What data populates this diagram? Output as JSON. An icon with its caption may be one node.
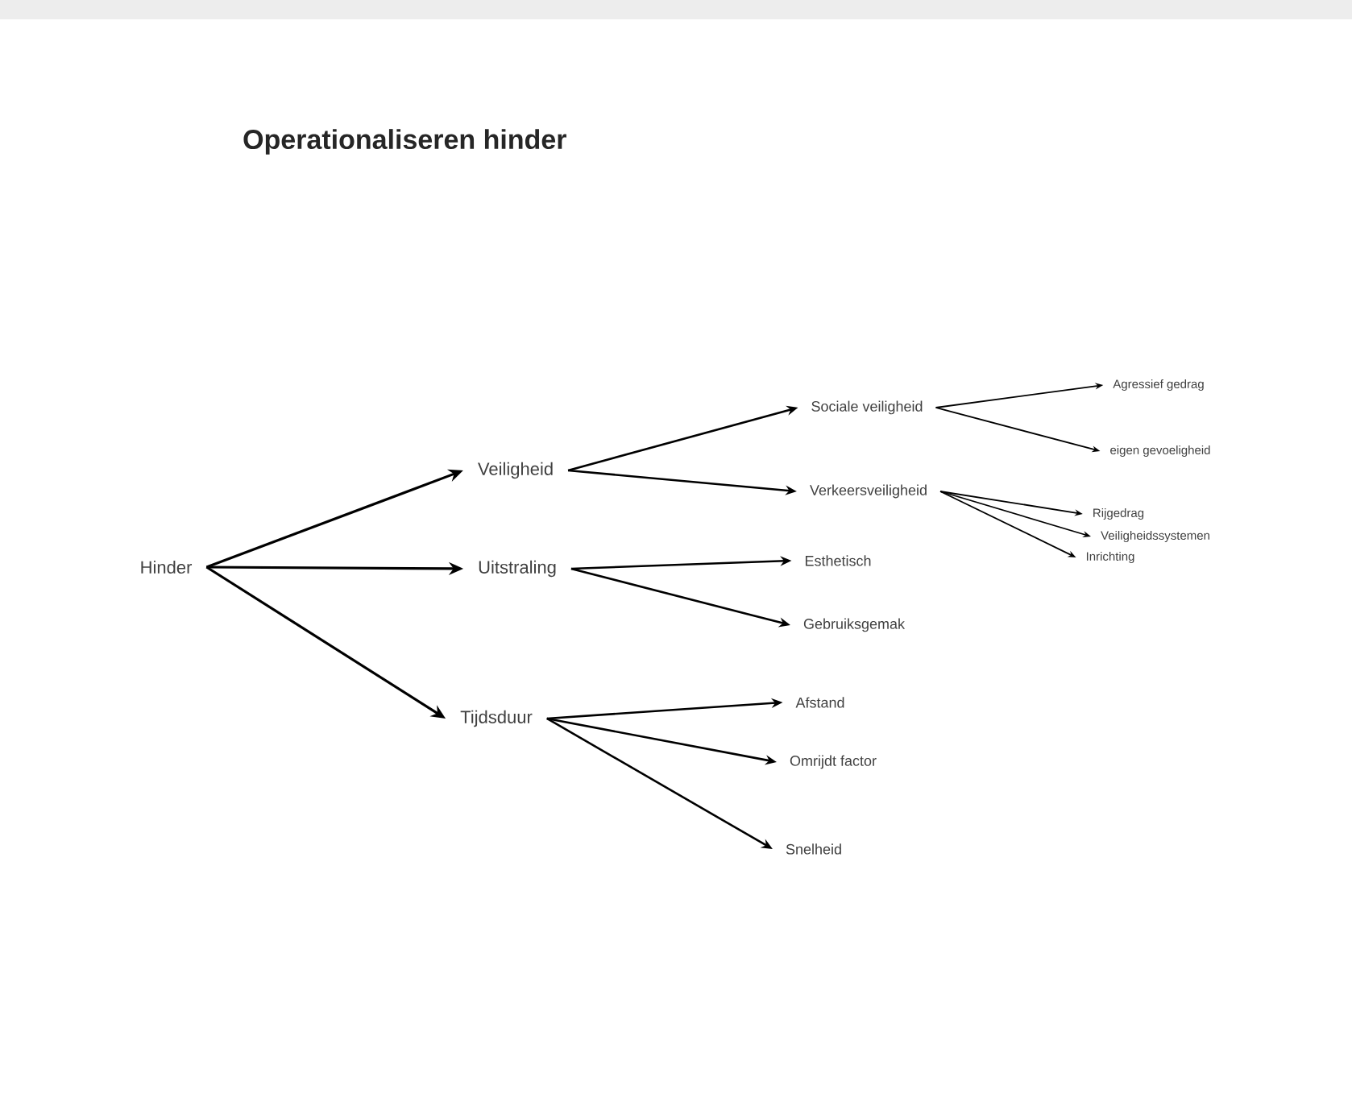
{
  "diagram": {
    "title": "Operationaliseren hinder",
    "nodes": [
      {
        "text": [
          "Hinder"
        ]
      },
      {
        "text": [
          "Veiligheid"
        ]
      },
      {
        "text": [
          "Uitstraling"
        ]
      },
      {
        "text": [
          "Tijdsduur"
        ]
      },
      {
        "text": [
          "Sociale veiligheid"
        ]
      },
      {
        "text": [
          "Verkeersveiligheid"
        ]
      },
      {
        "text": [
          "Esthetisch"
        ]
      },
      {
        "text": [
          "Gebruiksgemak"
        ]
      },
      {
        "text": [
          "Afstand"
        ]
      },
      {
        "text": [
          "Omrijdt factor"
        ]
      },
      {
        "text": [
          "Snelheid"
        ]
      },
      {
        "text": [
          "Agressief gedrag"
        ]
      },
      {
        "text": [
          "eigen gevoeligheid"
        ]
      },
      {
        "text": [
          "Rijgedrag"
        ]
      },
      {
        "text": [
          "Veiligheidssystemen"
        ]
      },
      {
        "text": [
          "Inrichting"
        ]
      }
    ],
    "edges": [
      {
        "from": 0,
        "to": 1,
        "arrow": "to"
      },
      {
        "from": 0,
        "to": 2,
        "arrow": "to"
      },
      {
        "from": 0,
        "to": 3,
        "arrow": "to"
      },
      {
        "from": 1,
        "to": 4,
        "arrow": "to"
      },
      {
        "from": 1,
        "to": 5,
        "arrow": "to"
      },
      {
        "from": 2,
        "to": 6,
        "arrow": "to"
      },
      {
        "from": 2,
        "to": 7,
        "arrow": "to"
      },
      {
        "from": 3,
        "to": 8,
        "arrow": "to"
      },
      {
        "from": 3,
        "to": 9,
        "arrow": "to"
      },
      {
        "from": 3,
        "to": 10,
        "arrow": "to"
      },
      {
        "from": 4,
        "to": 11,
        "arrow": "to"
      },
      {
        "from": 4,
        "to": 12,
        "arrow": "to"
      },
      {
        "from": 5,
        "to": 13,
        "arrow": "to"
      },
      {
        "from": 5,
        "to": 14,
        "arrow": "to"
      },
      {
        "from": 5,
        "to": 15,
        "arrow": "to"
      }
    ]
  }
}
